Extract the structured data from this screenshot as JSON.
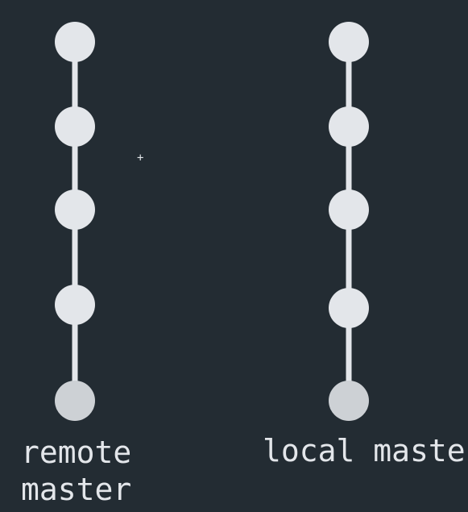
{
  "branches": [
    {
      "label": "remote master",
      "commits": 5
    },
    {
      "label": "local master",
      "commits": 5
    }
  ],
  "colors": {
    "background": "#232c33",
    "node": "#e3e6ea",
    "node_last": "#cdd1d5",
    "line": "#e3e6ea",
    "text": "#e3e6ea"
  }
}
